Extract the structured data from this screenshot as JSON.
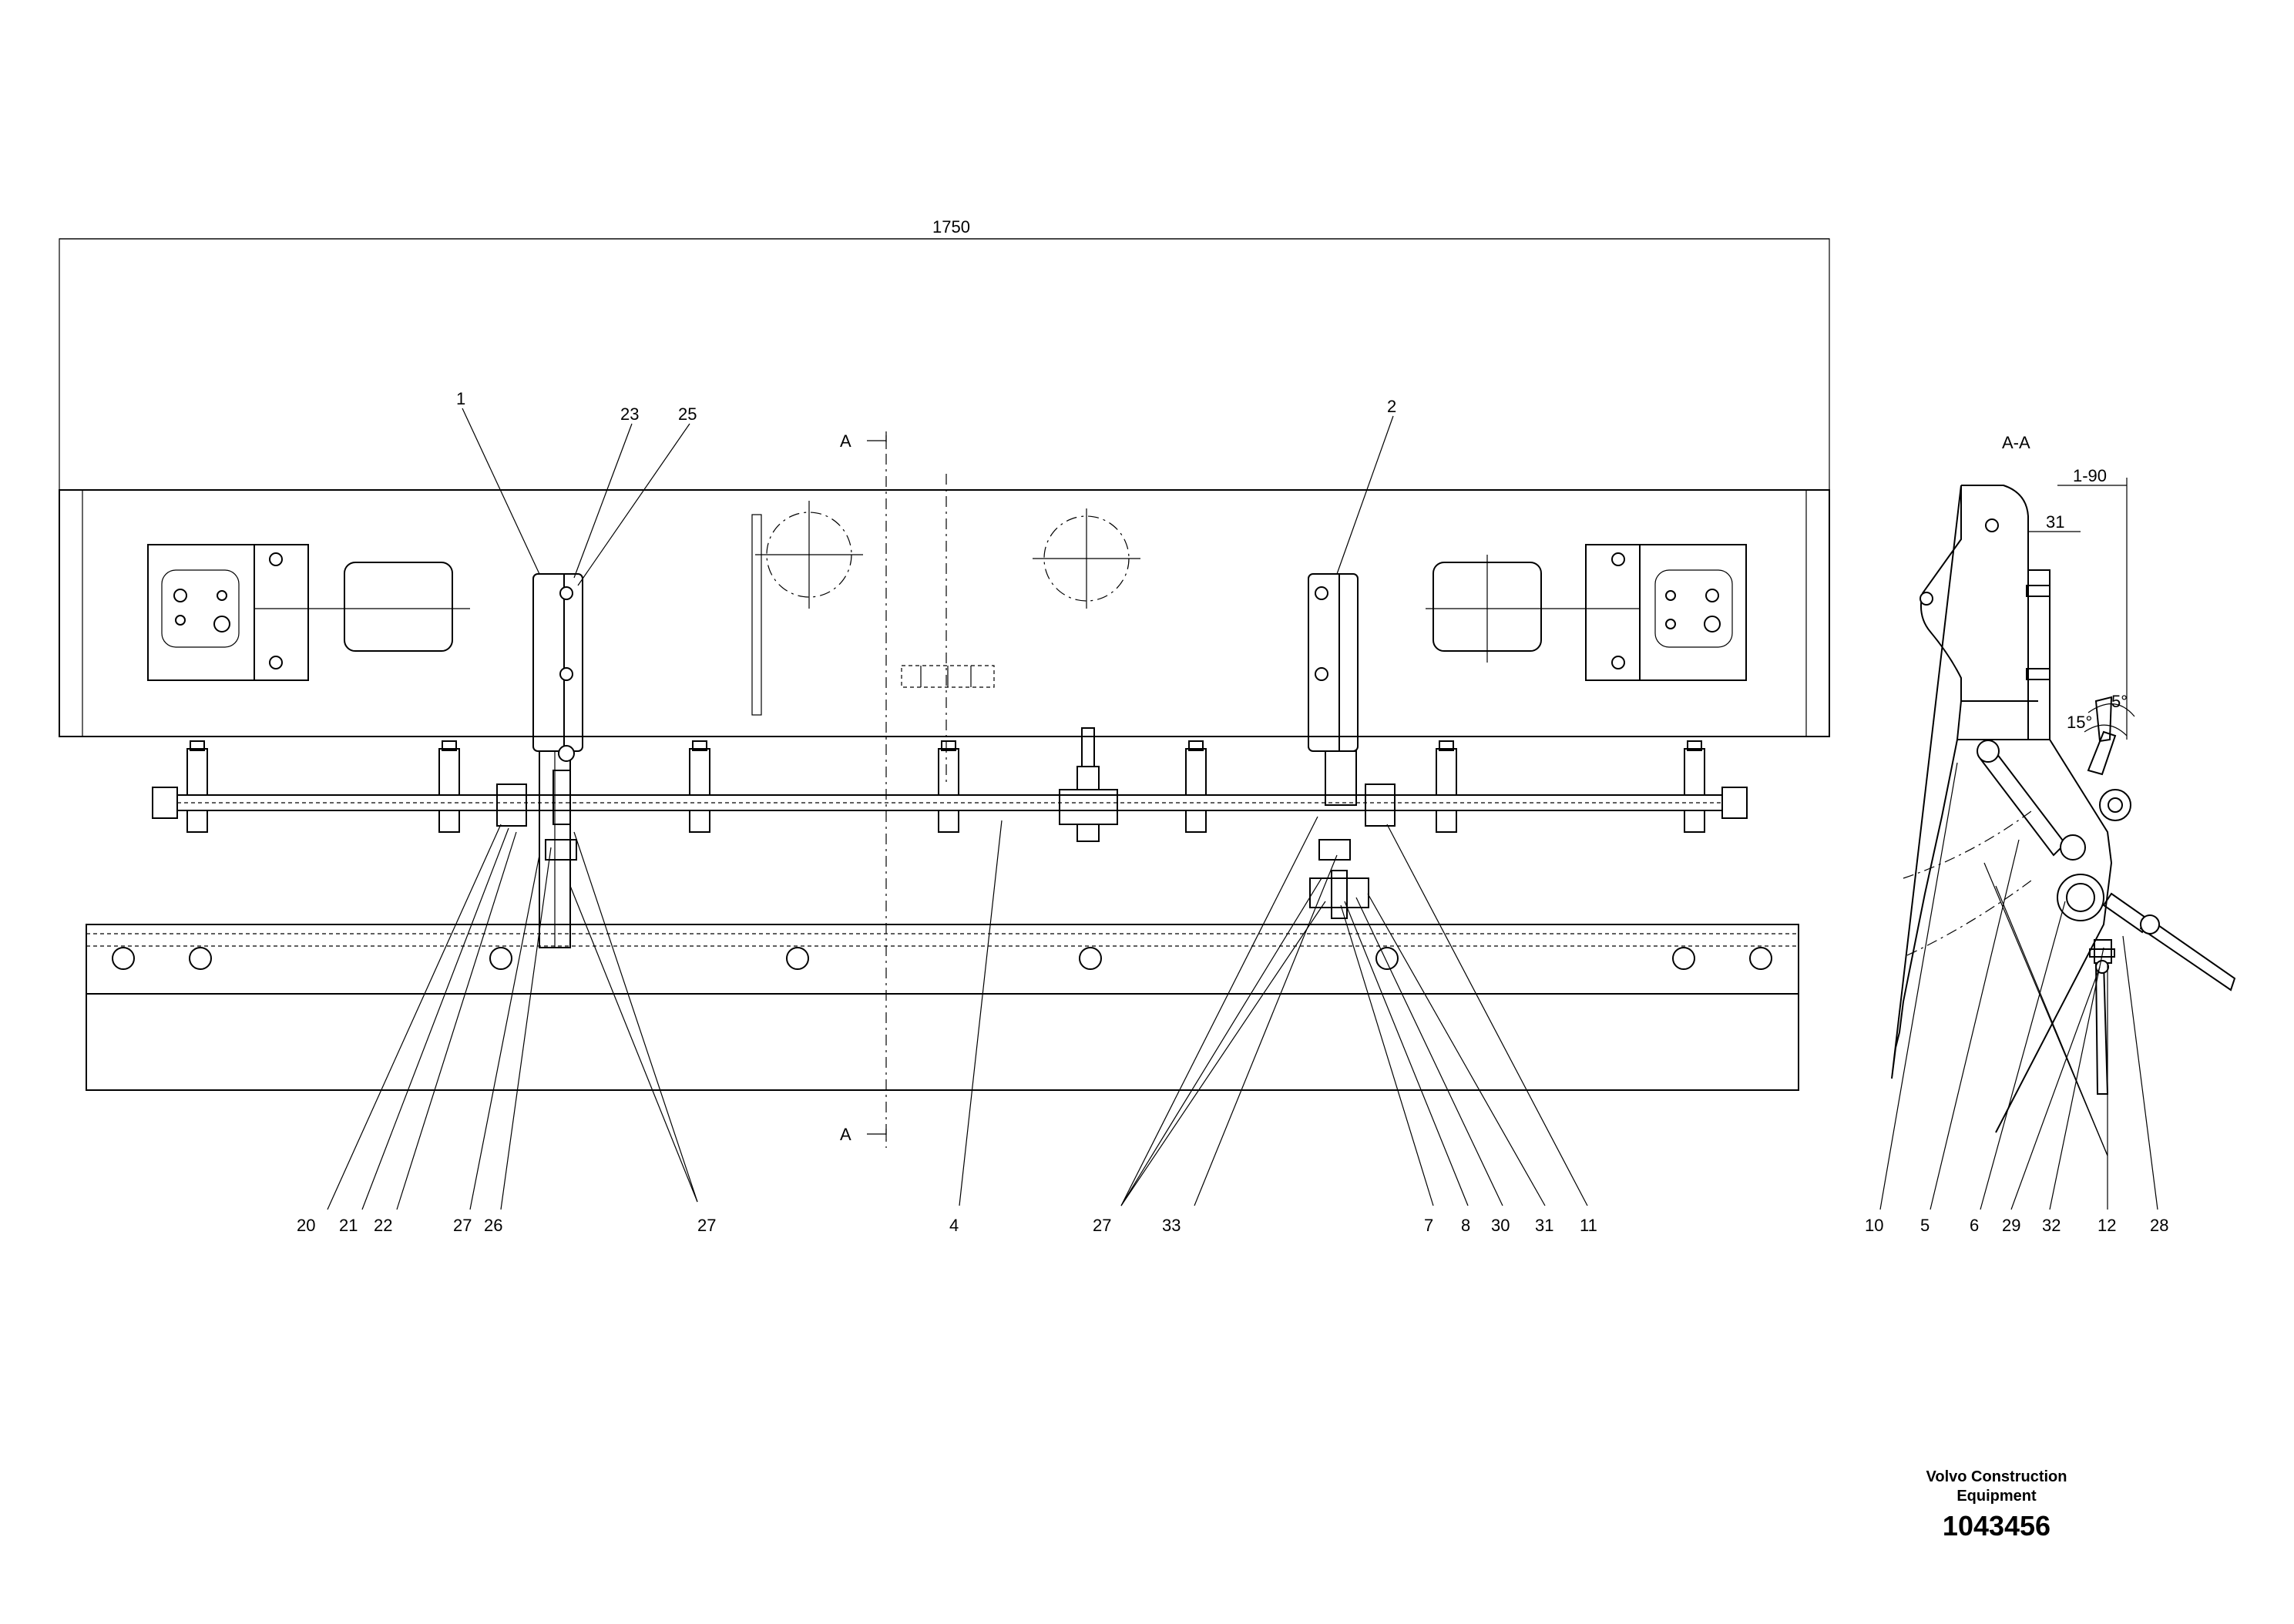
{
  "drawing": {
    "dimension_label": "1750",
    "section_markers": [
      "A",
      "A"
    ],
    "section_view_title": "A-A",
    "angle_labels": [
      "5°",
      "15°"
    ],
    "callouts_main": [
      "1",
      "23",
      "25",
      "2",
      "20",
      "21",
      "22",
      "27",
      "26",
      "27",
      "4",
      "27",
      "33",
      "7",
      "8",
      "30",
      "31",
      "11"
    ],
    "callouts_section": [
      "10",
      "5",
      "6",
      "29",
      "32",
      "12",
      "28"
    ]
  },
  "title_block": {
    "company_line1": "Volvo Construction",
    "company_line2": "Equipment",
    "document_number": "1043456"
  }
}
